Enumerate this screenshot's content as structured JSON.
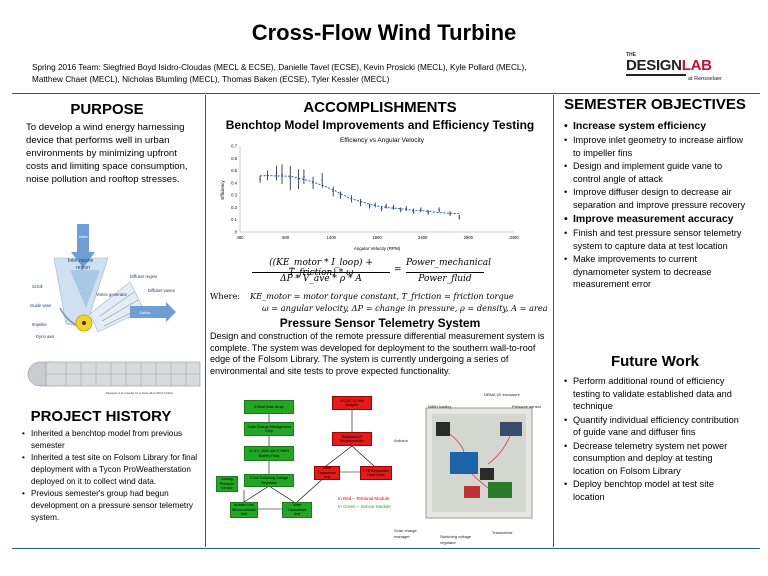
{
  "header": {
    "title": "Cross-Flow Wind Turbine",
    "team_line_1": "Spring 2016 Team: Siegfried Boyd Isidro-Cloudas (MECL & ECSE), Danielle Tavel (ECSE), Kevin Prosicki (MECL), Kyle Pollard (MECL),",
    "team_line_2": "Matthew Chaet (MECL), Nicholas Blumling (MECL), Thomas Baken (ECSE), Tyler Kessler (MECL)",
    "logo": {
      "the": "THE",
      "design": "DESIGN",
      "lab": "LAB",
      "rensselaer": "at Rensselaer"
    }
  },
  "purpose": {
    "heading": "PURPOSE",
    "text": "To develop a wind energy harnessing device that performs well in urban environments by minimizing upfront costs and limiting space consumption, noise pollution and rooftop stresses."
  },
  "turbine_diagram": {
    "labels": [
      "Inlet nozzle region",
      "Diffuser region",
      "Vortex generator",
      "Diffuser vanes",
      "Scroll",
      "Guide vane",
      "Impeller",
      "Dyno axis",
      "Inflow",
      "Outflow"
    ],
    "photo_caption": "Example of an impeller for a Cross-Flow Wind Turbine"
  },
  "project_history": {
    "heading": "PROJECT HISTORY",
    "items": [
      "Inherited a benchtop model from previous semester",
      "Inherited a test site on Folsom Library for final deployment with a Tycon ProWeatherstation deployed on it to collect wind data.",
      "Previous semester's group had begun development on a pressure sensor telemetry system."
    ]
  },
  "accomplishments": {
    "heading": "ACCOMPLISHMENTS",
    "sub1": "Benchtop Model Improvements and Efficiency Testing",
    "formula_lhs_num": "((KE_motor * I_loop) + T_friction) * ω",
    "formula_lhs_den": "ΔP * V_ave * ρ * A",
    "formula_rhs_num": "Power_mechanical",
    "formula_rhs_den": "Power_fluid",
    "where_label": "Where:",
    "where_line1": "KE_motor = motor torque constant, T_friction = friction torque",
    "where_line2": "ω = angular velocity, ΔP = change in pressure, ρ = density, A = area",
    "sub2": "Pressure Sensor Telemetry System",
    "telemetry_text": "Design and construction of the remote pressure differential measurement system is complete. The system was developed for deployment to the southern wall-to-roof edge of the Folsom Library. The system is currently undergoing a series of environmental and site tests to prove expected functionality."
  },
  "block_diagram": {
    "blocks": {
      "solar": "6 Watt Solar Array",
      "charge": "Solar Charge Management Chip",
      "battery": "14.4 V, 3500 mA·H NiMH Battery Pack",
      "regulator": "5 Volt Switching Voltage Regulator",
      "analog": "Analog Pressure Sensor",
      "arduino": "Arduino Uno Microcontroller Unit",
      "xbee_green": "Xbee Transceiver Unit",
      "ac_dc": "AC/DC 12 Volt Adapter",
      "raspberry": "Raspberry Pi Microcontroller",
      "xbee_red": "Xbee Transceiver Unit",
      "hdd": "1 TB Removable Hard Drive"
    },
    "legend_red": "In Red – Terminal Module",
    "legend_green": "In Green – Sensor Module",
    "legend_red_color": "#e00000",
    "legend_green_color": "#22a722"
  },
  "enclosure_photo": {
    "labels": [
      "NEMA 4X enclosure",
      "NiMH battery",
      "Pressure sensor",
      "Arduino",
      "Solar charge manager",
      "Switching voltage regulator",
      "Transceiver"
    ]
  },
  "objectives": {
    "heading": "SEMESTER OBJECTIVES",
    "items": [
      {
        "text": "Increase system efficiency",
        "big": true
      },
      {
        "text": "Improve inlet geometry to increase airflow to impeller fins",
        "big": false
      },
      {
        "text": "Design and implement guide vane to control angle of attack",
        "big": false
      },
      {
        "text": "Improve diffuser design to decrease air separation and improve pressure recovery",
        "big": false
      },
      {
        "text": "Improve measurement accuracy",
        "big": true
      },
      {
        "text": "Finish and test pressure sensor telemetry system to capture data at test location",
        "big": false
      },
      {
        "text": "Make improvements to current dynamometer system to decrease measurement error",
        "big": false
      }
    ]
  },
  "future_work": {
    "heading": "Future Work",
    "items": [
      "Perform additional round of efficiency testing to validate established data and technique",
      "Quantify individual efficiency contribution of guide vane and diffuser fins",
      "Decrease telemetry system net power consumption and deploy at testing location on Folsom Library",
      "Deploy benchtop model at test site location"
    ]
  },
  "chart_data": {
    "type": "scatter",
    "title": "Efficiency vs Angular Velocity",
    "xlabel": "Angular Velocity (RPM)",
    "ylabel": "Efficiency",
    "xlim": [
      400,
      3400
    ],
    "ylim": [
      0,
      0.7
    ],
    "x_ticks": [
      400,
      900,
      1400,
      1900,
      2400,
      2900,
      3400
    ],
    "y_ticks": [
      0,
      0.1,
      0.2,
      0.3,
      0.4,
      0.5,
      0.6,
      0.7
    ],
    "grid": false,
    "points": [
      {
        "x": 620,
        "y": 0.43,
        "err": 0.03
      },
      {
        "x": 700,
        "y": 0.46,
        "err": 0.04
      },
      {
        "x": 800,
        "y": 0.48,
        "err": 0.06
      },
      {
        "x": 860,
        "y": 0.47,
        "err": 0.08
      },
      {
        "x": 950,
        "y": 0.44,
        "err": 0.1
      },
      {
        "x": 1040,
        "y": 0.43,
        "err": 0.08
      },
      {
        "x": 1100,
        "y": 0.45,
        "err": 0.06
      },
      {
        "x": 1200,
        "y": 0.4,
        "err": 0.05
      },
      {
        "x": 1300,
        "y": 0.42,
        "err": 0.06
      },
      {
        "x": 1420,
        "y": 0.33,
        "err": 0.04
      },
      {
        "x": 1500,
        "y": 0.3,
        "err": 0.03
      },
      {
        "x": 1620,
        "y": 0.27,
        "err": 0.03
      },
      {
        "x": 1720,
        "y": 0.24,
        "err": 0.03
      },
      {
        "x": 1820,
        "y": 0.21,
        "err": 0.02
      },
      {
        "x": 1880,
        "y": 0.22,
        "err": 0.02
      },
      {
        "x": 1950,
        "y": 0.19,
        "err": 0.02
      },
      {
        "x": 2000,
        "y": 0.21,
        "err": 0.02
      },
      {
        "x": 2080,
        "y": 0.2,
        "err": 0.02
      },
      {
        "x": 2160,
        "y": 0.18,
        "err": 0.02
      },
      {
        "x": 2220,
        "y": 0.19,
        "err": 0.02
      },
      {
        "x": 2300,
        "y": 0.17,
        "err": 0.02
      },
      {
        "x": 2380,
        "y": 0.18,
        "err": 0.02
      },
      {
        "x": 2460,
        "y": 0.16,
        "err": 0.02
      },
      {
        "x": 2580,
        "y": 0.18,
        "err": 0.02
      },
      {
        "x": 2700,
        "y": 0.15,
        "err": 0.02
      },
      {
        "x": 2800,
        "y": 0.12,
        "err": 0.02
      }
    ],
    "trendline": {
      "style": "dotted",
      "color": "#2f5f9e"
    }
  }
}
